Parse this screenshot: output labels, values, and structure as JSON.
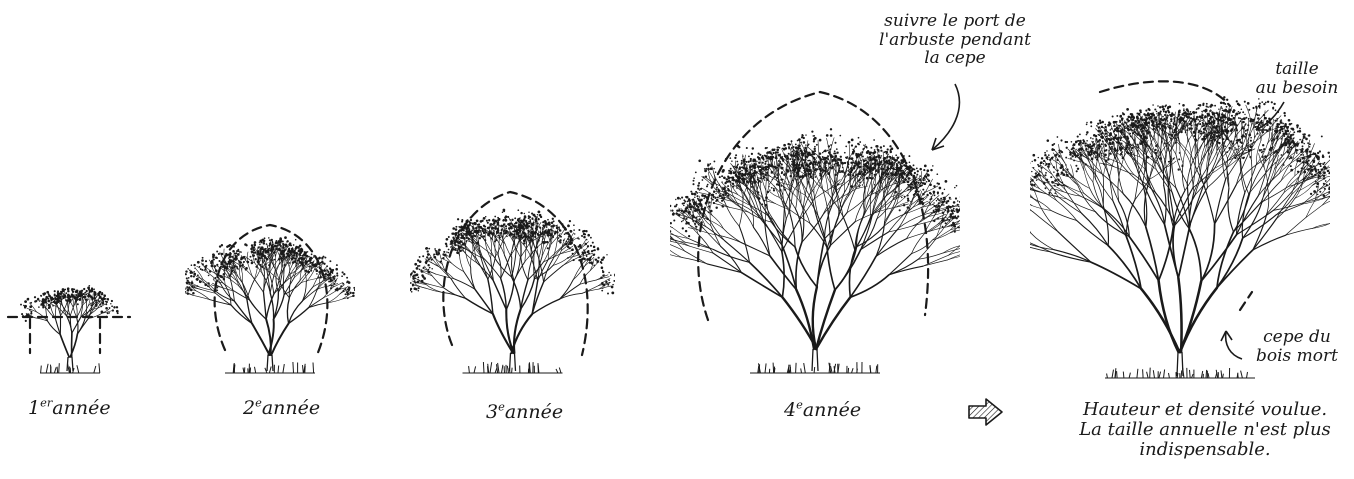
{
  "stages": [
    {
      "num": "1",
      "sup": "er",
      "word": "année"
    },
    {
      "num": "2",
      "sup": "e",
      "word": "année"
    },
    {
      "num": "3",
      "sup": "e",
      "word": "année"
    },
    {
      "num": "4",
      "sup": "e",
      "word": "année"
    }
  ],
  "annotations": {
    "follow_shape": [
      "suivre le port de",
      "l'arbuste pendant",
      "la cepe"
    ],
    "prune_as_needed": [
      "taille",
      "au besoin"
    ],
    "deadwood_cut": [
      "cepe du",
      "bois mort"
    ]
  },
  "final_caption": [
    "Hauteur et densité voulue.",
    "La taille annuelle n'est plus",
    "indispensable."
  ],
  "colors": {
    "ink": "#1a1a1a",
    "paper": "#ffffff"
  },
  "icons": {
    "arrow": "hatched-right-arrow-icon"
  }
}
